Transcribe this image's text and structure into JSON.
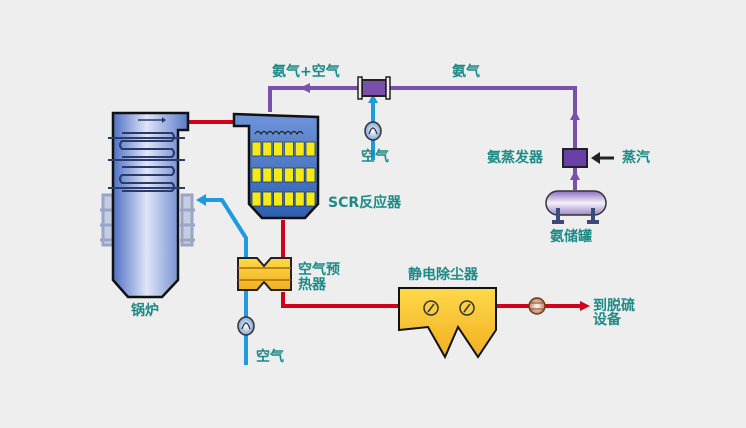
{
  "colors": {
    "background": "#eeeeee",
    "flue_gas": "#d0021b",
    "air": "#1e9ae0",
    "ammonia": "#7a4fae",
    "label": "#1c8a86",
    "catalyst": "#f5ea16",
    "reactor_body": "#2f63b3",
    "heater": "#f5c432",
    "precipitator": "#f5c432"
  },
  "labels": {
    "ammonia_air": "氨气+空气",
    "ammonia": "氨气",
    "air_top": "空气",
    "vaporizer": "氨蒸发器",
    "steam": "蒸汽",
    "storage_tank": "氨储罐",
    "scr_reactor": "SCR反应器",
    "air_preheater_line1": "空气预",
    "air_preheater_line2": "热器",
    "boiler": "锅炉",
    "air_bottom": "空气",
    "precipitator": "静电除尘器",
    "to_desulfurization_line1": "到脱硫",
    "to_desulfurization_line2": "设备"
  },
  "icons": {
    "boiler": "boiler-icon",
    "scr_reactor": "scr-reactor-icon",
    "mixer": "static-mixer-icon",
    "fan": "fan-icon",
    "vaporizer": "vaporizer-icon",
    "tank": "storage-tank-icon",
    "preheater": "air-preheater-icon",
    "precipitator": "electrostatic-precipitator-icon",
    "id_fan": "induced-draft-fan-icon",
    "arrow": "flow-arrow-icon"
  }
}
